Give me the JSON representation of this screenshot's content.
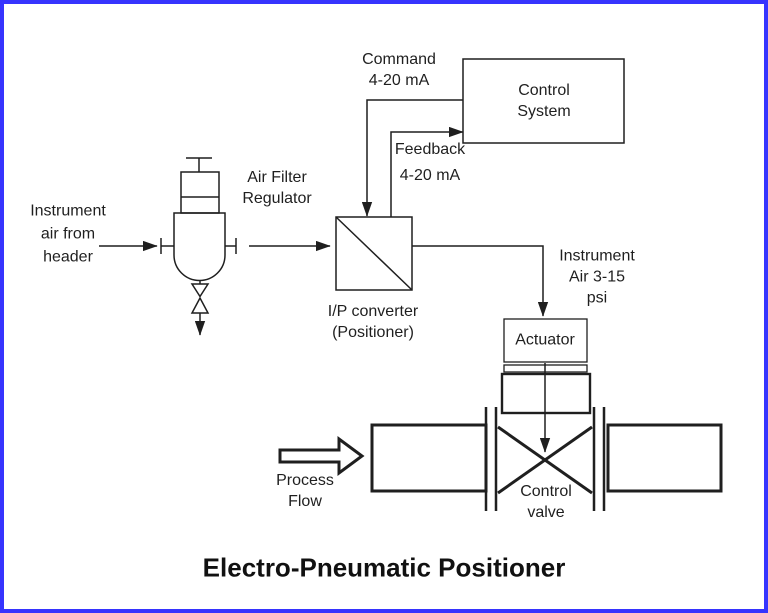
{
  "diagram": {
    "title": "Electro-Pneumatic Positioner",
    "labels": {
      "instrument_air_source": "Instrument\nair from\nheader",
      "air_filter_regulator": "Air Filter\nRegulator",
      "command_signal": "Command\n4-20 mA",
      "control_system": "Control\nSystem",
      "feedback_signal": "Feedback\n4-20 mA",
      "ip_converter": "I/P converter\n(Positioner)",
      "instrument_air_output": "Instrument\nAir 3-15\npsi",
      "actuator": "Actuator",
      "process_flow": "Process\nFlow",
      "control_valve": "Control\nvalve"
    },
    "colors": {
      "border": "#3634fe",
      "line": "#1f1f1f",
      "background": "#ffffff"
    }
  }
}
